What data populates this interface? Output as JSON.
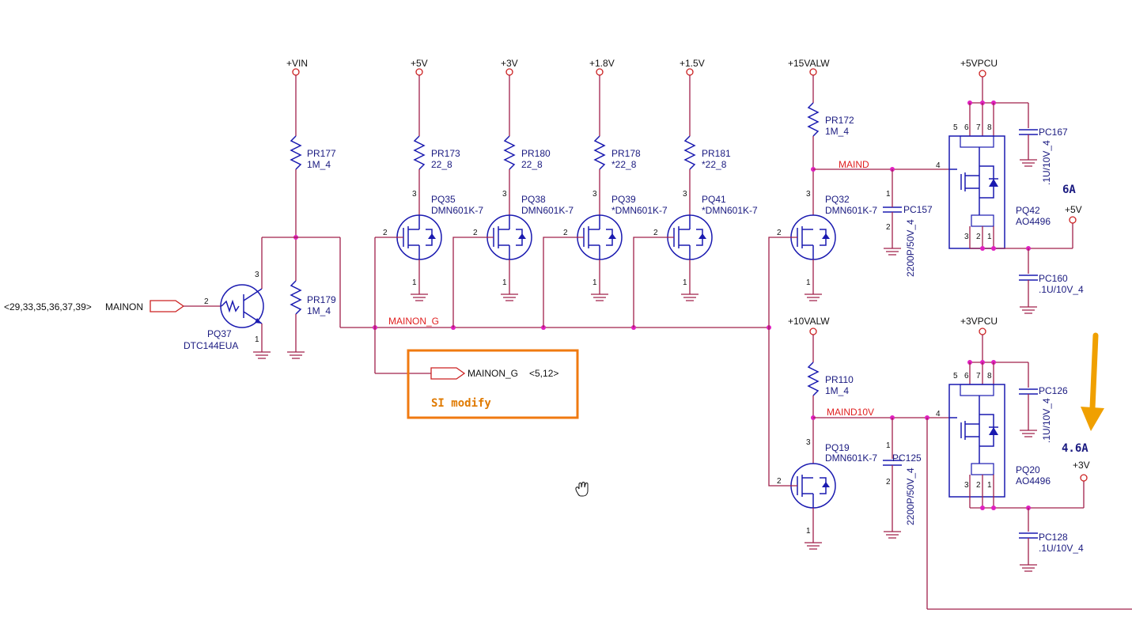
{
  "rails": {
    "vin": "+VIN",
    "v5": "+5V",
    "v3": "+3V",
    "v18": "+1.8V",
    "v15": "+1.5V",
    "v15valw": "+15VALW",
    "v5vpcu": "+5VPCU",
    "v10valw": "+10VALW",
    "v3vpcu": "+3VPCU",
    "out5v": "+5V",
    "out3v": "+3V"
  },
  "components": {
    "pr177": {
      "ref": "PR177",
      "val": "1M_4"
    },
    "pr179": {
      "ref": "PR179",
      "val": "1M_4"
    },
    "pr173": {
      "ref": "PR173",
      "val": "22_8"
    },
    "pr180": {
      "ref": "PR180",
      "val": "22_8"
    },
    "pr178": {
      "ref": "PR178",
      "val": "*22_8"
    },
    "pr181": {
      "ref": "PR181",
      "val": "*22_8"
    },
    "pr172": {
      "ref": "PR172",
      "val": "1M_4"
    },
    "pr110": {
      "ref": "PR110",
      "val": "1M_4"
    },
    "pq37": {
      "ref": "PQ37",
      "val": "DTC144EUA"
    },
    "pq35": {
      "ref": "PQ35",
      "val": "DMN601K-7"
    },
    "pq38": {
      "ref": "PQ38",
      "val": "DMN601K-7"
    },
    "pq39": {
      "ref": "PQ39",
      "val": "*DMN601K-7"
    },
    "pq41": {
      "ref": "PQ41",
      "val": "*DMN601K-7"
    },
    "pq32": {
      "ref": "PQ32",
      "val": "DMN601K-7"
    },
    "pq19": {
      "ref": "PQ19",
      "val": "DMN601K-7"
    },
    "pq42": {
      "ref": "PQ42",
      "val": "AO4496"
    },
    "pq20": {
      "ref": "PQ20",
      "val": "AO4496"
    },
    "pc167": {
      "ref": "PC167",
      "val": ".1U/10V_4"
    },
    "pc160": {
      "ref": "PC160",
      "val": ".1U/10V_4"
    },
    "pc157": {
      "ref": "PC157",
      "val": "2200P/50V_4"
    },
    "pc126": {
      "ref": "PC126",
      "val": ".1U/10V_4"
    },
    "pc128": {
      "ref": "PC128",
      "val": ".1U/10V_4"
    },
    "pc125": {
      "ref": "PC125",
      "val": "2200P/50V_4"
    }
  },
  "nets": {
    "mainon_in_refs": "<29,33,35,36,37,39>",
    "mainon": "MAINON",
    "mainon_g": "MAINON_G",
    "mainon_g_out": "MAINON_G",
    "mainon_g_refs": "<5,12>",
    "maind": "MAIND",
    "maind10v": "MAIND10V"
  },
  "annotations": {
    "si_modify": "SI modify",
    "current_6a": "6A",
    "current_46a": "4.6A"
  },
  "pins": {
    "p1": "1",
    "p2": "2",
    "p3": "3",
    "p4": "4",
    "p5": "5",
    "p6": "6",
    "p7": "7",
    "p8": "8"
  },
  "colors": {
    "accent_orange": "#f0a000",
    "box_orange": "#f07a10",
    "wire": "#a0204a",
    "net_red": "#e02020",
    "label_blue": "#1a1a80"
  }
}
